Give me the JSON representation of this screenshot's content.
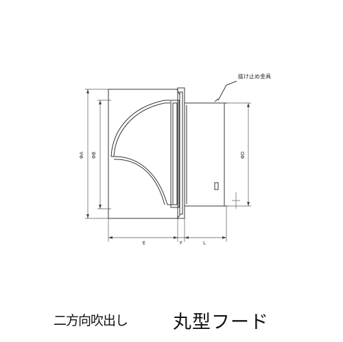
{
  "drawing": {
    "callout_label": "抜け止め金具",
    "dimensions": {
      "phi_a": "ΦA",
      "phi_b": "ΦB",
      "phi_d": "ΦD",
      "e": "E",
      "f": "F",
      "l": "L"
    }
  },
  "caption": {
    "left": "二方向吹出し",
    "right": "丸型フード"
  }
}
